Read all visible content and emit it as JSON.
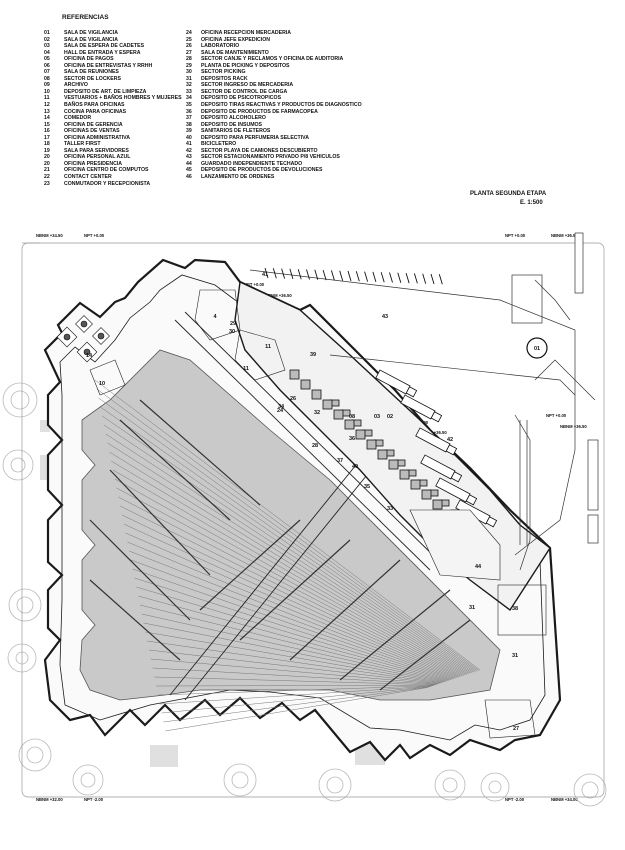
{
  "legend": {
    "title": "REFERENCIAS",
    "column1": [
      {
        "num": "01",
        "label": "SALA DE VIGILANCIA"
      },
      {
        "num": "02",
        "label": "SALA DE VIGILANCIA"
      },
      {
        "num": "03",
        "label": "SALA DE ESPERA DE CADETES"
      },
      {
        "num": "04",
        "label": "HALL DE ENTRADA Y ESPERA"
      },
      {
        "num": "05",
        "label": "OFICINA DE PAGOS"
      },
      {
        "num": "06",
        "label": "OFICINA DE ENTREVISTAS Y RRHH"
      },
      {
        "num": "07",
        "label": "SALA DE REUNIONES"
      },
      {
        "num": "08",
        "label": "SECTOR DE LOCKERS"
      },
      {
        "num": "09",
        "label": "ARCHIVO"
      },
      {
        "num": "10",
        "label": "DEPOSITO DE ART. DE LIMPIEZA"
      },
      {
        "num": "11",
        "label": "VESTUARIOS + BAÑOS HOMBRES Y MUJERES"
      },
      {
        "num": "12",
        "label": "BAÑOS PARA OFICINAS"
      },
      {
        "num": "13",
        "label": "COCINA PARA OFICINAS"
      },
      {
        "num": "14",
        "label": "COMEDOR"
      },
      {
        "num": "15",
        "label": "OFICINA DE GERENCIA"
      },
      {
        "num": "16",
        "label": "OFICINAS DE VENTAS"
      },
      {
        "num": "17",
        "label": "OFICINA ADMINISTRATIVA"
      },
      {
        "num": "18",
        "label": "TALLER FIRST"
      },
      {
        "num": "19",
        "label": "SALA PARA SERVIDORES"
      },
      {
        "num": "20",
        "label": "OFICINA PERSONAL AZUL"
      },
      {
        "num": "20",
        "label": "OFICINA PRESIDENCIA"
      },
      {
        "num": "21",
        "label": "OFICINA CENTRO DE COMPUTOS"
      },
      {
        "num": "22",
        "label": "CONTACT CENTER"
      },
      {
        "num": "23",
        "label": "CONMUTADOR Y RECEPCIONISTA"
      }
    ],
    "column2": [
      {
        "num": "24",
        "label": "OFICINA RECEPCION MERCADERIA"
      },
      {
        "num": "25",
        "label": "OFICINA JEFE EXPEDICION"
      },
      {
        "num": "26",
        "label": "LABORATORIO"
      },
      {
        "num": "27",
        "label": "SALA DE MANTENIMIENTO"
      },
      {
        "num": "28",
        "label": "SECTOR CANJE Y RECLAMOS Y OFICINA DE AUDITORIA"
      },
      {
        "num": "29",
        "label": "PLANTA DE PICKING Y DEPOSITOS"
      },
      {
        "num": "30",
        "label": "SECTOR PICKING"
      },
      {
        "num": "31",
        "label": "DEPOSITOS RACK"
      },
      {
        "num": "32",
        "label": "SECTOR INGRESO DE MERCADERIA"
      },
      {
        "num": "33",
        "label": "SECTOR DE CONTROL DE CARGA"
      },
      {
        "num": "34",
        "label": "DEPOSITO DE PSICOTROPICOS"
      },
      {
        "num": "35",
        "label": "DEPOSITO TIRAS REACTIVAS Y PRODUCTOS DE DIAGNOSTICO"
      },
      {
        "num": "36",
        "label": "DEPOSITO DE PRODUCTOS DE FARMACOPEA"
      },
      {
        "num": "37",
        "label": "DEPOSITO ALCOHOLERO"
      },
      {
        "num": "38",
        "label": "DEPOSITO DE INSUMOS"
      },
      {
        "num": "39",
        "label": "SANITARIOS DE FLETEROS"
      },
      {
        "num": "40",
        "label": "DEPOSITO PARA PERFUMERIA SELECTIVA"
      },
      {
        "num": "41",
        "label": "BICICLETERO"
      },
      {
        "num": "42",
        "label": "SECTOR PLAYA DE CAMIONES DESCUBIERTO"
      },
      {
        "num": "43",
        "label": "SECTOR ESTACIONAMIENTO PRIVADO P/8 VEHICULOS"
      },
      {
        "num": "44",
        "label": "GUARDADO INDEPENDIENTE TECHADO"
      },
      {
        "num": "45",
        "label": "DEPOSITO DE PRODUCTOS DE DEVOLUCIONES"
      },
      {
        "num": "46",
        "label": "LANZAMIENTO DE ORDENES"
      }
    ]
  },
  "plan": {
    "title": "PLANTA SEGUNDA ETAPA",
    "scale": "E. 1:500",
    "levels": {
      "top_left_nivel": "NBNM +34.50",
      "top_left_npt": "NPT +0.00",
      "top_right_npt": "NPT +0.00",
      "top_right_nivel": "NBNM +36.50",
      "bottom_left_nivel": "NBNM +32.00",
      "bottom_left_npt": "NPT -2.00",
      "bottom_right_npt": "NPT -2.00",
      "bottom_right_nivel": "NBNM +34.00",
      "inner_npt_1": "NPT +0.00",
      "inner_nivel_1": "NBNM +36.50",
      "inner_npt_2": "NPT +0.00",
      "inner_nivel_2": "NBNM +36.50",
      "inner_npt_3": "NPT +0.00",
      "inner_nivel_3": "NBNM +36.50"
    },
    "room_tags": {
      "r41": "41",
      "r43": "43",
      "r01": "01",
      "r39": "39",
      "r32": "32",
      "r34": "34",
      "r36": "36",
      "r42": "42",
      "r03": "03",
      "r02": "02",
      "r33": "33",
      "r35": "35",
      "r44": "44",
      "r31a": "31",
      "r38": "38",
      "r31b": "31",
      "r27": "27",
      "r14": "14",
      "r10": "10",
      "r11a": "11",
      "r11b": "11",
      "r4": "4",
      "r29": "29",
      "r30": "30",
      "r24": "24",
      "r26": "26",
      "r08": "08",
      "r37": "37",
      "r40": "40",
      "r28": "28"
    }
  }
}
